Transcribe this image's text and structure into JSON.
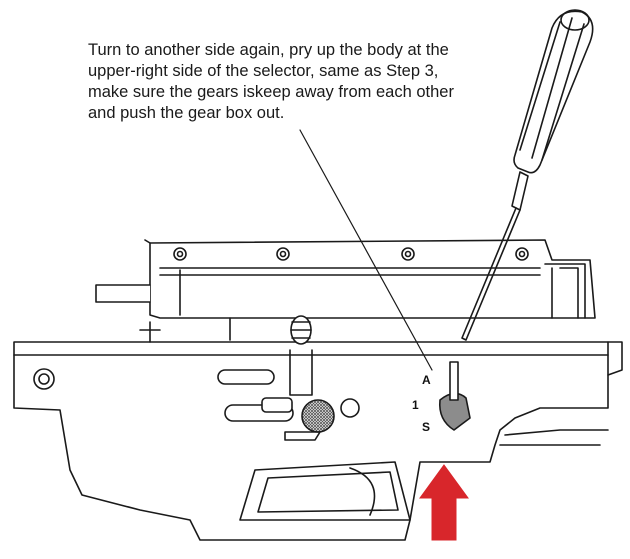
{
  "instruction": {
    "lines": [
      "Turn to another side again, pry up the body at the",
      "upper-right side of the selector, same as Step 3,",
      "make sure the gears iskeep away from each other",
      "and push the gear box out."
    ]
  },
  "selector_labels": {
    "a": "A",
    "one": "1",
    "s": "S"
  },
  "colors": {
    "line": "#1a1a1a",
    "push_arrow": "#d8262b",
    "selector_fill": "#8c8c8c",
    "thumbwheel_fill": "#6e6e6e"
  },
  "icons": {
    "screwdriver": "screwdriver-icon",
    "push_arrow": "up-arrow-icon"
  }
}
